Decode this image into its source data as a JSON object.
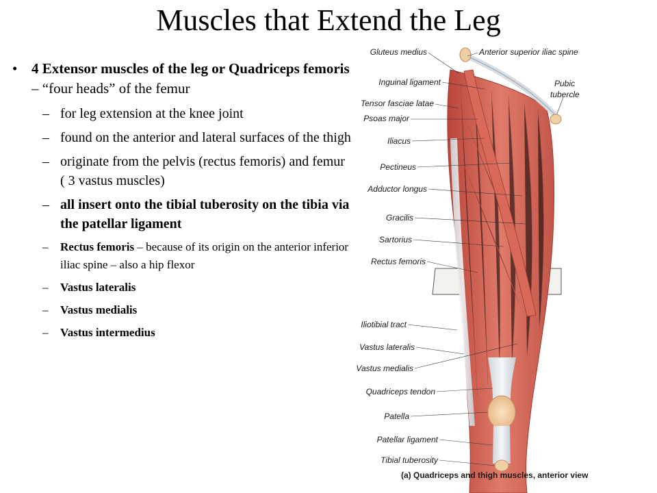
{
  "slide": {
    "title": "Muscles that Extend the Leg",
    "main_bullet": {
      "bold": "4 Extensor muscles of the leg or Quadriceps femoris",
      "rest": " – “four heads” of the femur"
    },
    "sub_bullets": [
      {
        "text": "for leg extension at the knee joint"
      },
      {
        "text": "found on the anterior and lateral surfaces of the thigh"
      },
      {
        "text": "originate from the pelvis (rectus femoris) and femur ( 3 vastus muscles)"
      },
      {
        "bold": "all insert onto the tibial tuberosity on the tibia via the patellar ligament"
      },
      {
        "bold": "Rectus femoris",
        "rest": " – because of its origin on the anterior inferior iliac spine – also a hip flexor"
      },
      {
        "bold": "Vastus lateralis"
      },
      {
        "bold": "Vastus medialis"
      },
      {
        "bold": "Vastus intermedius"
      }
    ]
  },
  "figure": {
    "labels_left": [
      "Gluteus medius",
      "Inguinal ligament",
      "Tensor fasciae latae",
      "Psoas major",
      "Iliacus",
      "Pectineus",
      "Adductor longus",
      "Gracilis",
      "Sartorius",
      "Rectus femoris",
      "Iliotibial tract",
      "Vastus lateralis",
      "Vastus medialis",
      "Quadriceps tendon",
      "Patella",
      "Patellar ligament",
      "Tibial tuberosity"
    ],
    "label_top_right": "Anterior superior iliac spine",
    "label_right": [
      "Pubic",
      "tubercle"
    ],
    "caption": "(a) Quadriceps and thigh muscles, anterior view"
  }
}
